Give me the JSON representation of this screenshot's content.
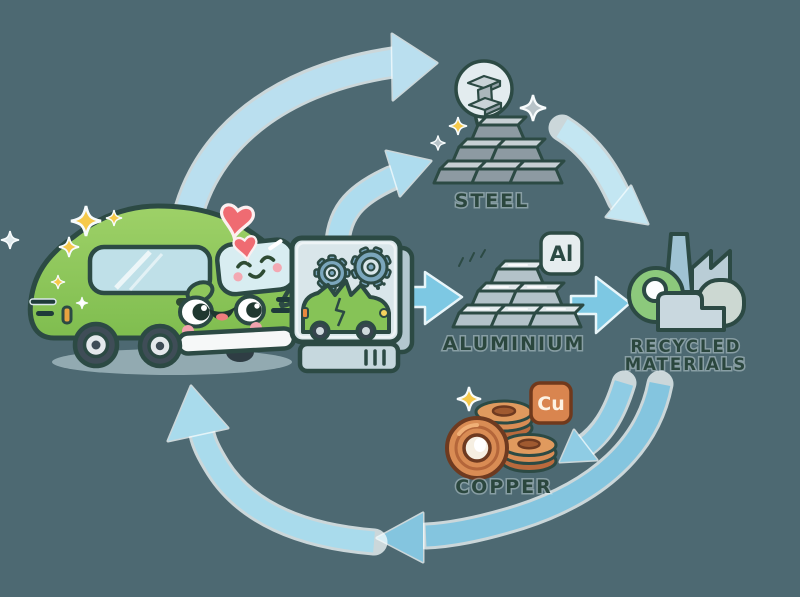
{
  "labels": {
    "steel": "STEEL",
    "aluminium": "ALUMINIUM",
    "copper": "COPPER",
    "recycled_line1": "RECYCLED",
    "recycled_line2": "MATERIALS"
  },
  "badges": {
    "aluminium": "Al",
    "copper": "Cu"
  },
  "colors": {
    "background": "#4d6972",
    "label_text": "#2b473e",
    "arrow_light": "#badfef",
    "arrow_soft": "#a9dbec",
    "arrow_bold": "#7dc8e3",
    "arrow_deep": "#8fcce4",
    "car_green": "#8fc75c",
    "machine_panel": "#d9e6ea",
    "gear_blue": "#7ba6bc",
    "steel_gray": "#8d9aa2",
    "aluminium_silver": "#b3c2c9",
    "copper_orange": "#d9854f",
    "copper_dark": "#b96a3d",
    "recycle_green": "#8cc97c",
    "factory_blue": "#b9cdd6",
    "badge_al_bg": "#e6edef",
    "badge_cu_bg": "#d9854f",
    "heart_red": "#ef6b72",
    "sparkle_yellow": "#f6c94a"
  },
  "icons": {
    "steel_bubble": "i-beam-icon",
    "shredder": "gear-icon",
    "recycling_plant": "factory-icon",
    "cycle": "circular-arrows-icon"
  }
}
